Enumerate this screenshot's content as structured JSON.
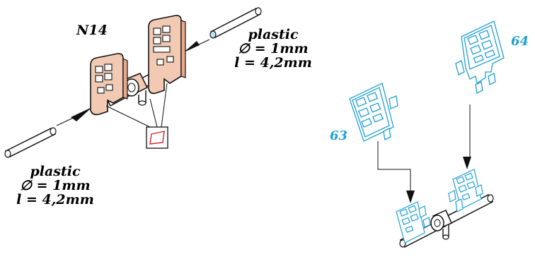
{
  "part_label": "N14",
  "material_top": {
    "name": "plastic",
    "diameter": "∅ = 1mm",
    "length": "l = 4,2mm"
  },
  "material_bottom": {
    "name": "plastic",
    "diameter": "∅ = 1mm",
    "length": "l = 4,2mm"
  },
  "photoetch_parts": [
    "63",
    "64"
  ],
  "colors": {
    "resin_part": "#f2c9b3",
    "photoetch": "#1ea0d6",
    "paint_marker": "#d6232a",
    "outline": "#111111"
  }
}
